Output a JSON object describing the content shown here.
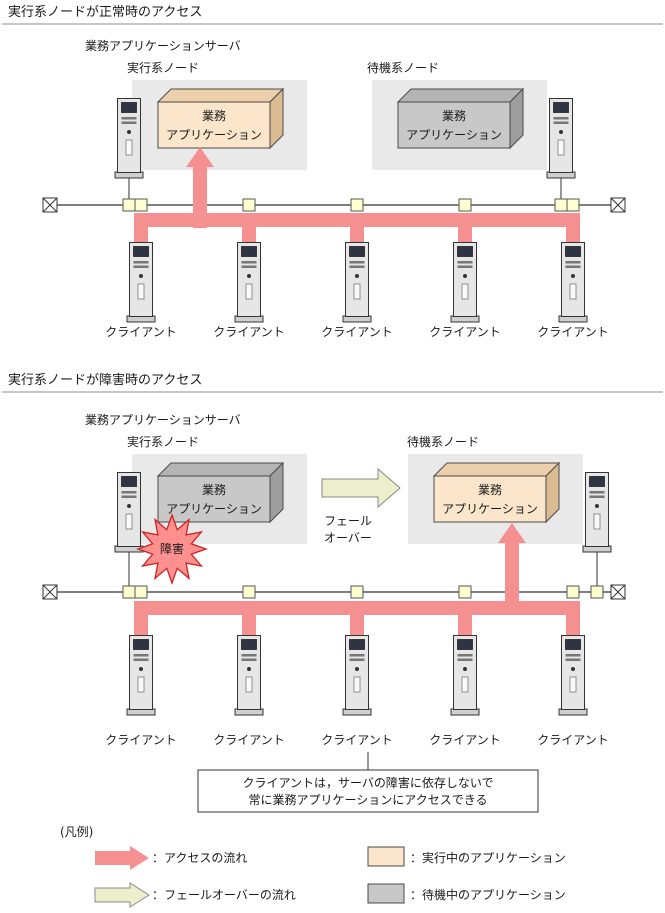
{
  "colors": {
    "access_flow": "#f59090",
    "failover_flow": "#edefcc",
    "running_app_front": "#fbe5cb",
    "running_app_top": "#ecd0ab",
    "running_app_side": "#dabb92",
    "standby_app_front": "#c8c8c8",
    "standby_app_top": "#b4b4b4",
    "standby_app_side": "#9e9e9e",
    "node_bg": "#e9e9e9",
    "tap_fill": "#ffffd0",
    "failure_star": "#ff9090"
  },
  "section_normal": {
    "title": "実行系ノードが正常時のアクセス",
    "server_group_label": "業務アプリケーションサーバ",
    "active_node_label": "実行系ノード",
    "standby_node_label": "待機系ノード",
    "active_app": {
      "line1": "業務",
      "line2": "アプリケーション"
    },
    "standby_app": {
      "line1": "業務",
      "line2": "アプリケーション"
    },
    "clients": [
      "クライアント",
      "クライアント",
      "クライアント",
      "クライアント",
      "クライアント"
    ]
  },
  "section_failure": {
    "title": "実行系ノードが障害時のアクセス",
    "server_group_label": "業務アプリケーションサーバ",
    "active_node_label": "実行系ノード",
    "standby_node_label": "待機系ノード",
    "failed_app": {
      "line1": "業務",
      "line2": "アプリケーション"
    },
    "running_app": {
      "line1": "業務",
      "line2": "アプリケーション"
    },
    "failure_label": "障害",
    "failover_label": {
      "line1": "フェール",
      "line2": "オーバー"
    },
    "clients": [
      "クライアント",
      "クライアント",
      "クライアント",
      "クライアント",
      "クライアント"
    ],
    "note": {
      "line1": "クライアントは，サーバの障害に依存しないで",
      "line2": "常に業務アプリケーションにアクセスできる"
    }
  },
  "legend": {
    "title": "(凡例)",
    "access_flow_label": "：アクセスの流れ",
    "failover_flow_label": "：フェールオーバーの流れ",
    "running_app_label": "：実行中のアプリケーション",
    "standby_app_label": "：待機中のアプリケーション"
  }
}
